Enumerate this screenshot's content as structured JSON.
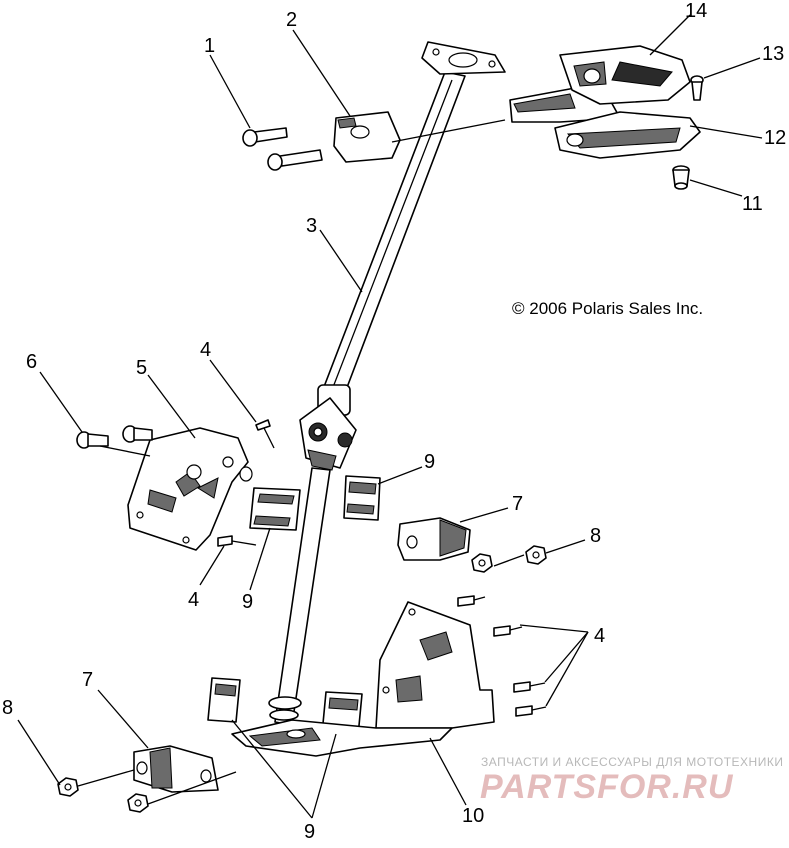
{
  "copyright": "© 2006 Polaris Sales Inc.",
  "watermark": {
    "tagline": "ЗАПЧАСТИ И АКСЕССУАРЫ ДЛЯ МОТОТЕХНИКИ",
    "logo": "PARTSFOR.RU"
  },
  "callouts": {
    "c1": "1",
    "c2": "2",
    "c3": "3",
    "c4a": "4",
    "c4b": "4",
    "c4c": "4",
    "c5": "5",
    "c6": "6",
    "c7a": "7",
    "c7b": "7",
    "c8a": "8",
    "c8b": "8",
    "c9a": "9",
    "c9b": "9",
    "c9c": "9",
    "c10": "10",
    "c11": "11",
    "c12": "12",
    "c13": "13",
    "c14": "14"
  },
  "colors": {
    "line": "#000000",
    "watermark": "#e4bcbc"
  }
}
